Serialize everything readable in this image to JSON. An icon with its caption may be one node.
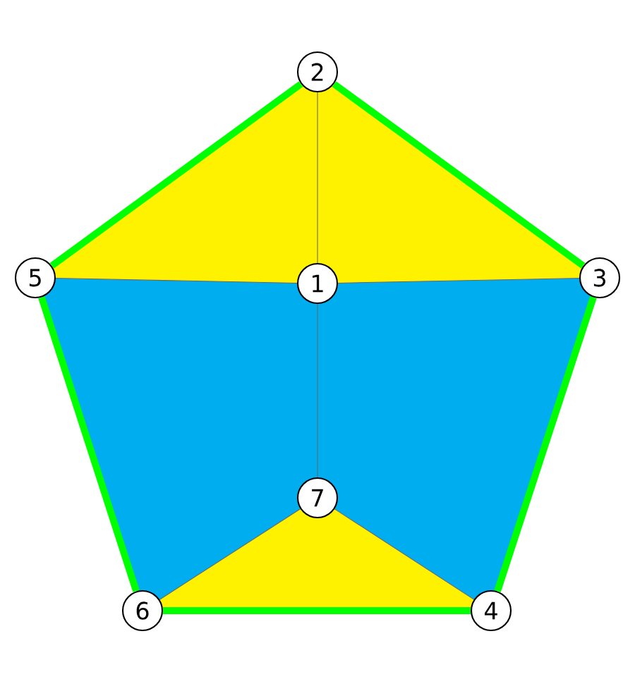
{
  "diagram": {
    "nodes": [
      {
        "text": [
          "2"
        ]
      },
      {
        "text": [
          "5"
        ]
      },
      {
        "text": [
          "1"
        ]
      },
      {
        "text": [
          "3"
        ]
      },
      {
        "text": [
          "7"
        ]
      },
      {
        "text": [
          "6"
        ]
      },
      {
        "text": [
          "4"
        ]
      }
    ],
    "edges": [
      {
        "from": 0,
        "to": 1,
        "arrow": "none",
        "style": "thick",
        "color": "#00ff00"
      },
      {
        "from": 0,
        "to": 3,
        "arrow": "none",
        "style": "thick",
        "color": "#00ff00"
      },
      {
        "from": 3,
        "to": 6,
        "arrow": "none",
        "style": "thick",
        "color": "#00ff00"
      },
      {
        "from": 6,
        "to": 5,
        "arrow": "none",
        "style": "thick",
        "color": "#00ff00"
      },
      {
        "from": 5,
        "to": 1,
        "arrow": "none",
        "style": "thick",
        "color": "#00ff00"
      },
      {
        "from": 0,
        "to": 2,
        "arrow": "none"
      },
      {
        "from": 1,
        "to": 2,
        "arrow": "none"
      },
      {
        "from": 2,
        "to": 3,
        "arrow": "none"
      },
      {
        "from": 2,
        "to": 4,
        "arrow": "none"
      },
      {
        "from": 4,
        "to": 5,
        "arrow": "none"
      },
      {
        "from": 4,
        "to": 6,
        "arrow": "none"
      }
    ]
  }
}
